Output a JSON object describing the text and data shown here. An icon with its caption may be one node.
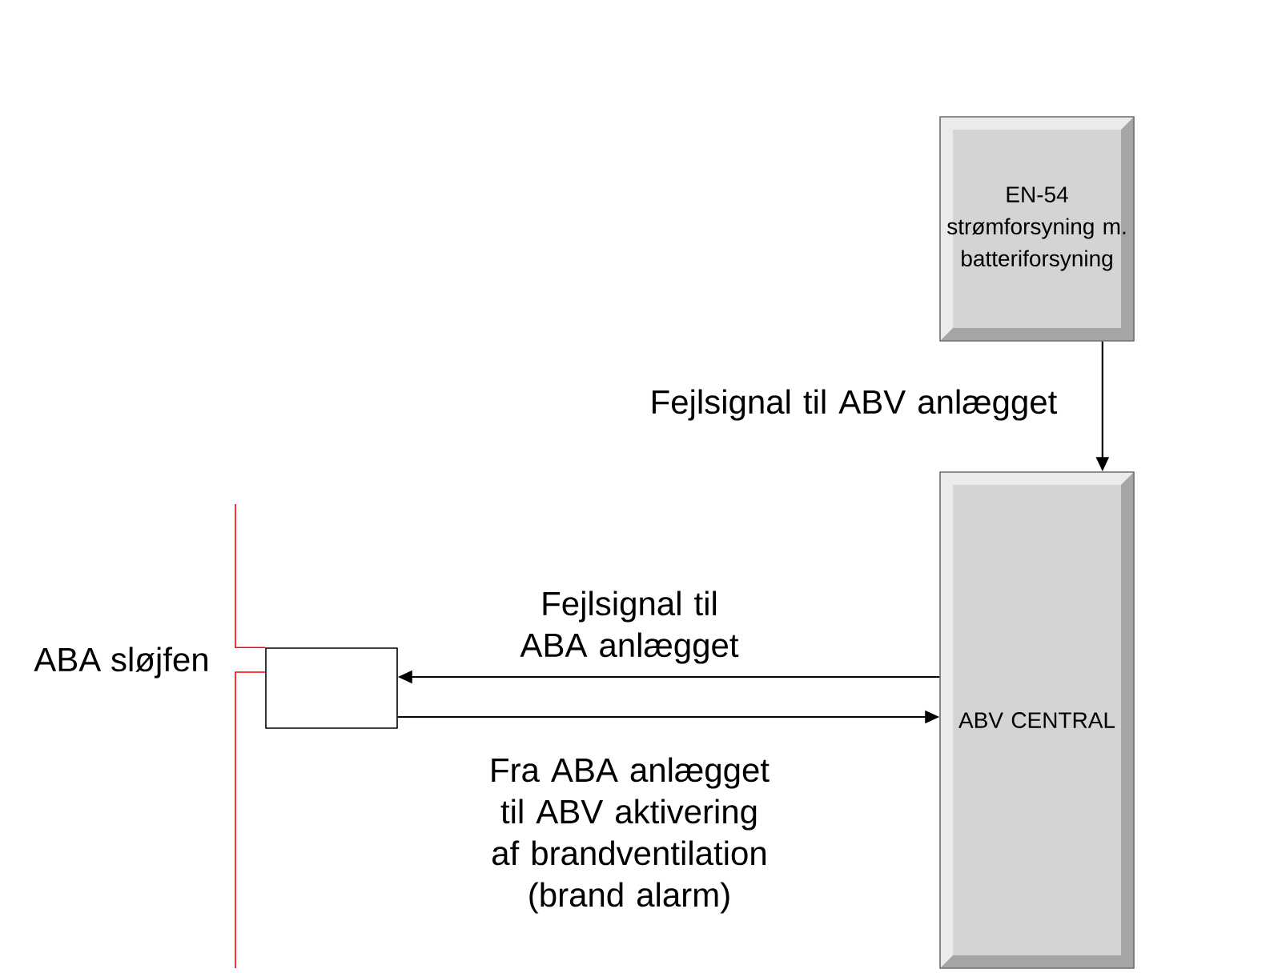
{
  "diagram": {
    "nodes": [
      {
        "text": [
          "EN-54 strømforsyning m. batteriforsyning"
        ]
      },
      {
        "text": [
          "ABV CENTRAL"
        ]
      },
      {
        "text": [],
        "shape": "box"
      }
    ],
    "edges": [
      {
        "from": 0,
        "to": 1,
        "arrow": "to",
        "label": "Fejlsignal til ABV anlægget"
      },
      {
        "from": 1,
        "to": 2,
        "arrow": "to",
        "label": "Fejlsignal til ABA anlægget"
      },
      {
        "from": 2,
        "to": 1,
        "arrow": "to",
        "label": "Fra ABA anlægget til ABV aktivering af brandventilation (brand alarm)"
      },
      {
        "from": null,
        "to": 2,
        "arrow": "none",
        "color": "#ff0000"
      },
      {
        "from": null,
        "to": 2,
        "arrow": "none",
        "color": "#ff0000"
      }
    ],
    "labels": [
      "ABA sløjfen"
    ]
  }
}
